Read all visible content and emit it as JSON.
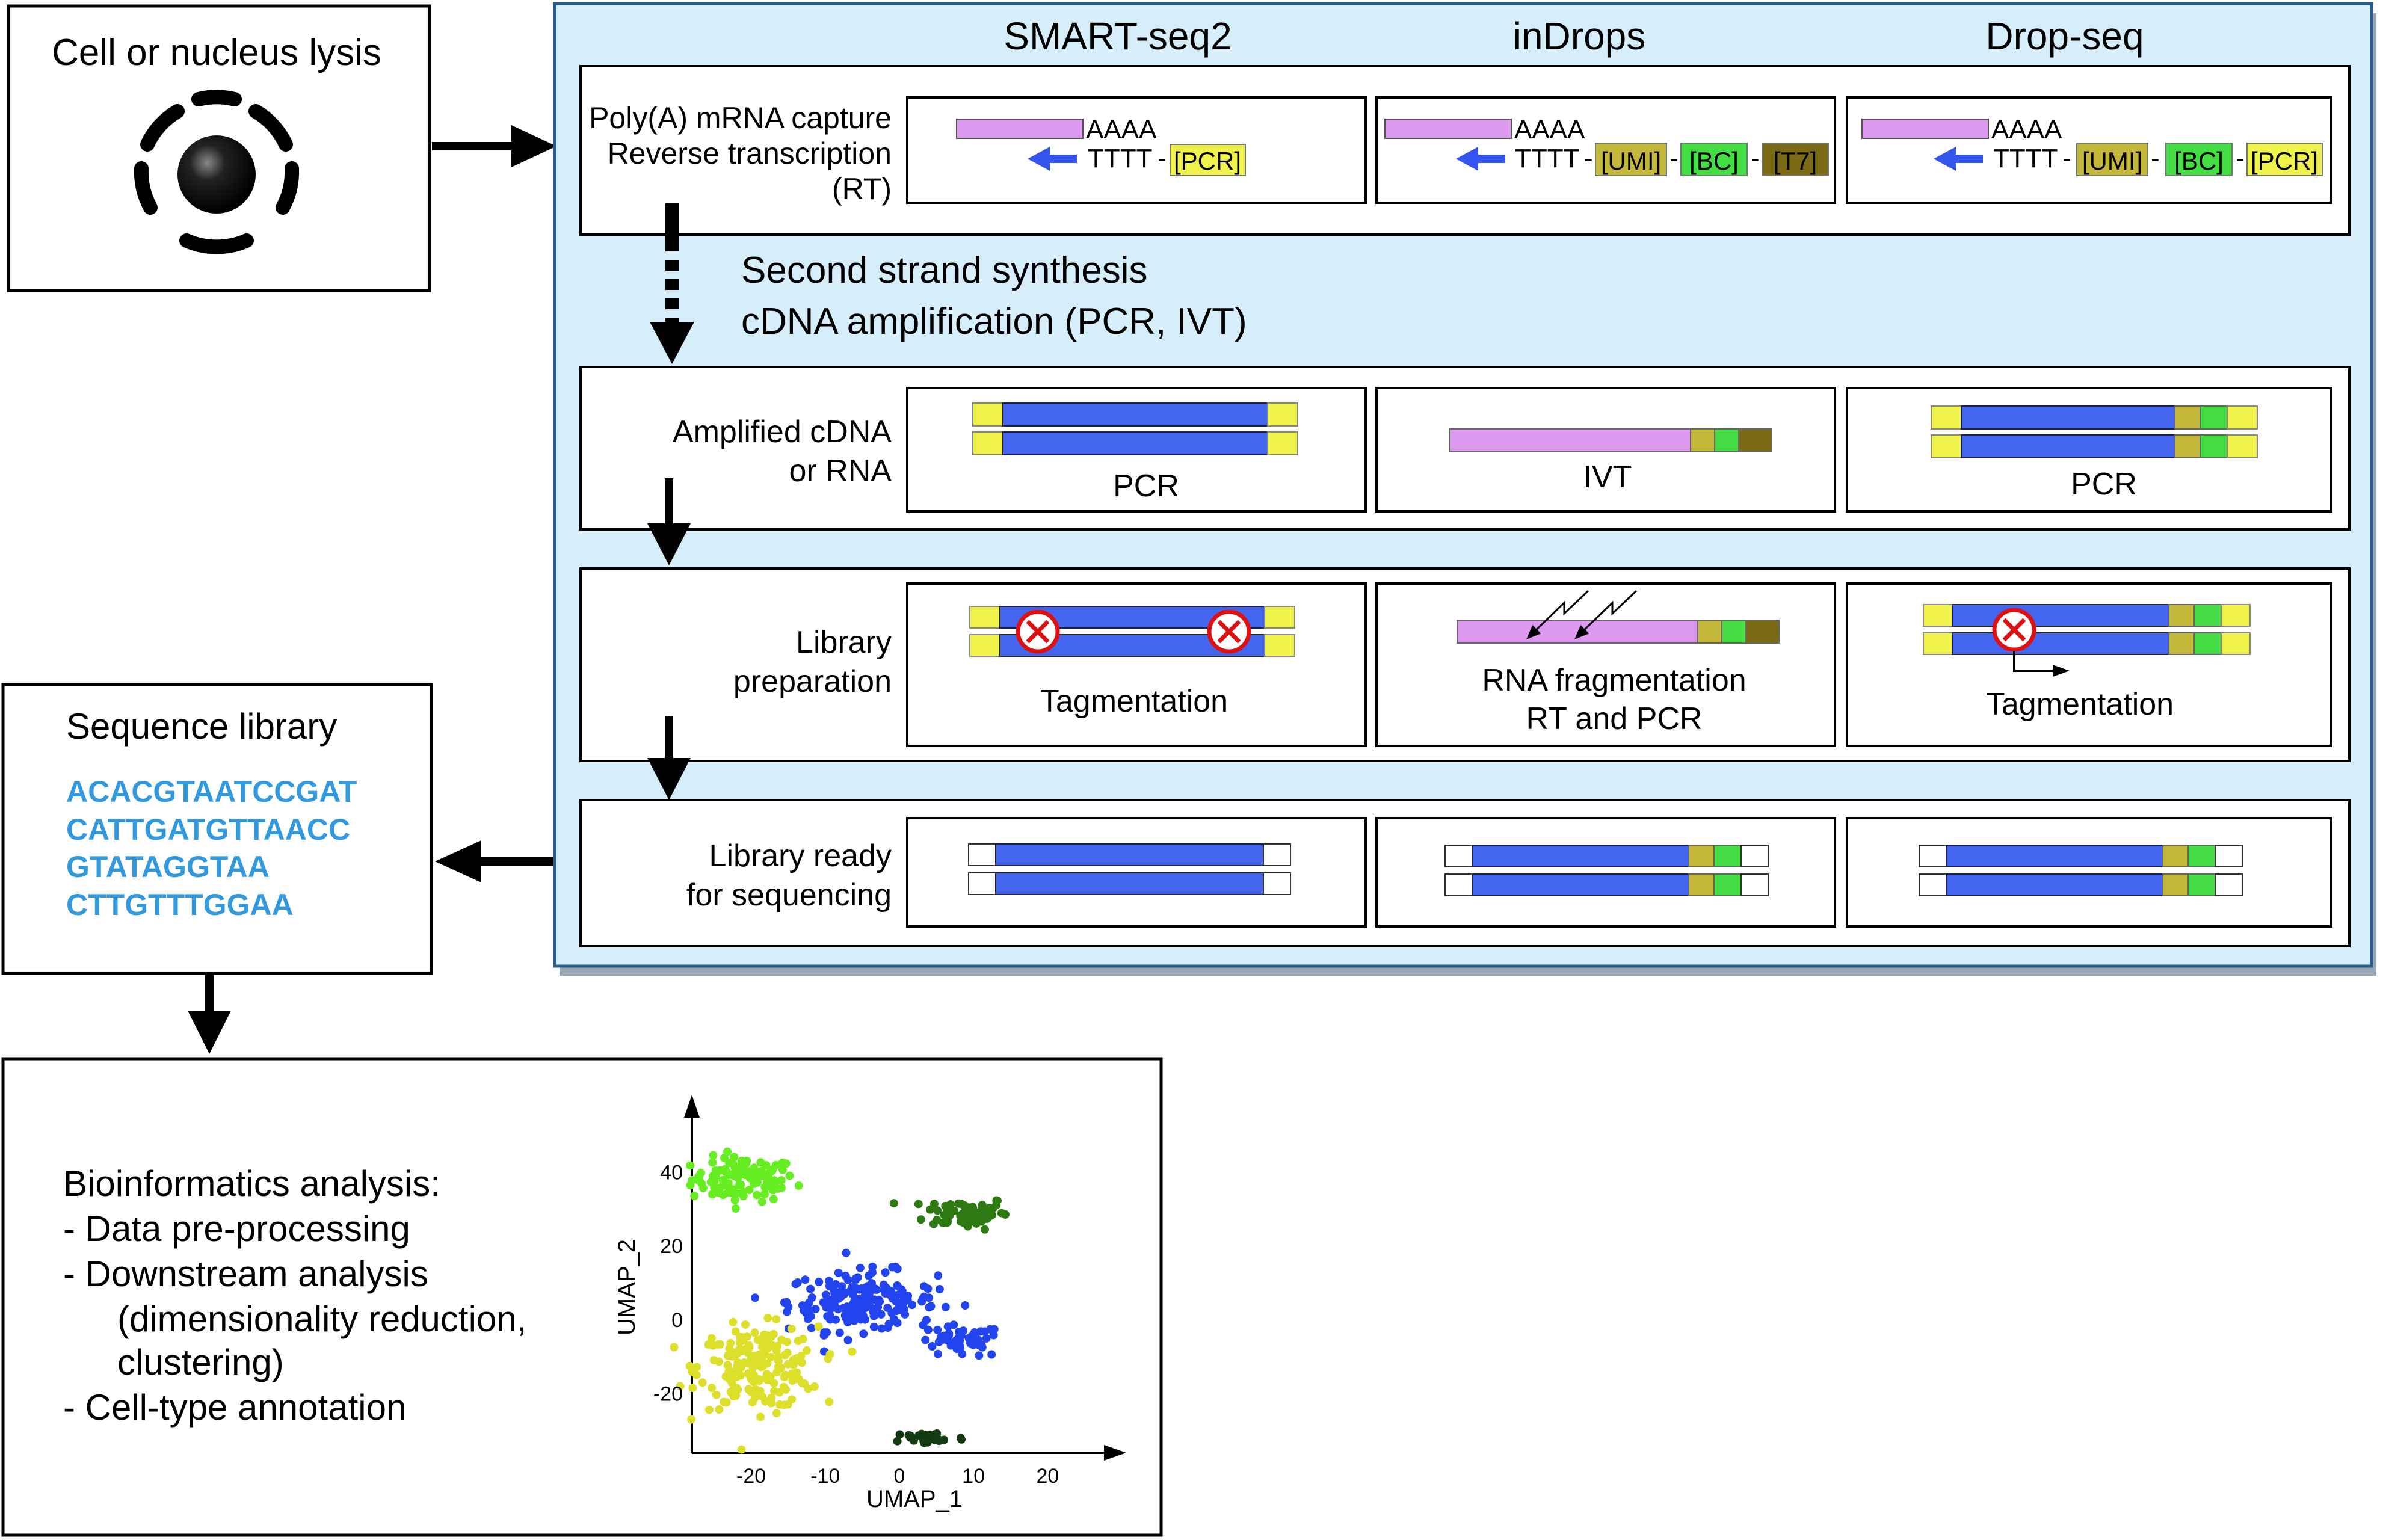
{
  "cell_box": {
    "title": "Cell or nucleus lysis"
  },
  "seq_box": {
    "title": "Sequence library",
    "sequences": [
      "ACACGTAATCCGAT",
      "CATTGATGTTAACC",
      "GTATAGGTAA",
      "CTTGTTTGGAA"
    ]
  },
  "bio_box": {
    "lines": [
      "Bioinformatics analysis:",
      "- Data pre-processing",
      "- Downstream analysis",
      "(dimensionality reduction,",
      "clustering)",
      "- Cell-type annotation"
    ]
  },
  "methods": [
    "SMART-seq2",
    "inDrops",
    "Drop-seq"
  ],
  "steps": {
    "capture": {
      "label": [
        "Poly(A) mRNA capture",
        "Reverse transcription",
        "(RT)"
      ]
    },
    "second_strand": {
      "label": [
        "Second strand synthesis",
        "cDNA amplification (PCR, IVT)"
      ]
    },
    "amplified": {
      "label": [
        "Amplified cDNA",
        "or RNA"
      ],
      "captions": [
        "PCR",
        "IVT",
        "PCR"
      ]
    },
    "library_prep": {
      "label": [
        "Library",
        "preparation"
      ],
      "captions": [
        [
          "Tagmentation"
        ],
        [
          "RNA fragmentation",
          "RT and PCR"
        ],
        [
          "Tagmentation"
        ]
      ]
    },
    "library_ready": {
      "label": [
        "Library ready",
        "for sequencing"
      ]
    }
  },
  "oligo": {
    "polyA": "AAAA",
    "polyT": "TTTT",
    "smart_tags": [
      "[PCR]"
    ],
    "indrops_tags": [
      "[UMI]",
      "[BC]",
      "[T7]"
    ],
    "dropseq_tags": [
      "[UMI]",
      "[BC]",
      "[PCR]"
    ]
  },
  "colors": {
    "panel_bg": "#d6eefa",
    "panel_border": "#2b5d8a",
    "mrna": "#dd99ee",
    "cdna": "#4466ee",
    "arrow_blue": "#3355ee",
    "pcr_handle": "#eef24a",
    "umi": "#c4b83a",
    "bc": "#44dd44",
    "t7": "#7a6a16",
    "seq_text": "#3399dd",
    "stop": "#dd1111"
  },
  "chart_data": {
    "type": "scatter",
    "xlabel": "UMAP_1",
    "ylabel": "UMAP_2",
    "xticks": [
      -20,
      -10,
      0,
      10,
      20
    ],
    "yticks": [
      -20,
      0,
      20,
      40
    ],
    "xlim": [
      -28,
      28
    ],
    "ylim": [
      -36,
      56
    ],
    "clusters": [
      {
        "color": "#66ee22",
        "center": [
          -21,
          38
        ],
        "spread": [
          3.5,
          3
        ],
        "n": 110
      },
      {
        "color": "#2e7a12",
        "center": [
          9,
          29
        ],
        "spread": [
          2.8,
          2.2
        ],
        "n": 70
      },
      {
        "color": "#2244ee",
        "center": [
          -5,
          5
        ],
        "spread": [
          5,
          4
        ],
        "n": 190
      },
      {
        "color": "#2244ee",
        "center": [
          8,
          -6
        ],
        "spread": [
          3,
          2.2
        ],
        "n": 45
      },
      {
        "color": "#dde02a",
        "center": [
          -19,
          -13
        ],
        "spread": [
          4,
          5.5
        ],
        "n": 190
      },
      {
        "color": "#133a12",
        "center": [
          4,
          -32
        ],
        "spread": [
          2.5,
          0.9
        ],
        "n": 35
      }
    ]
  }
}
